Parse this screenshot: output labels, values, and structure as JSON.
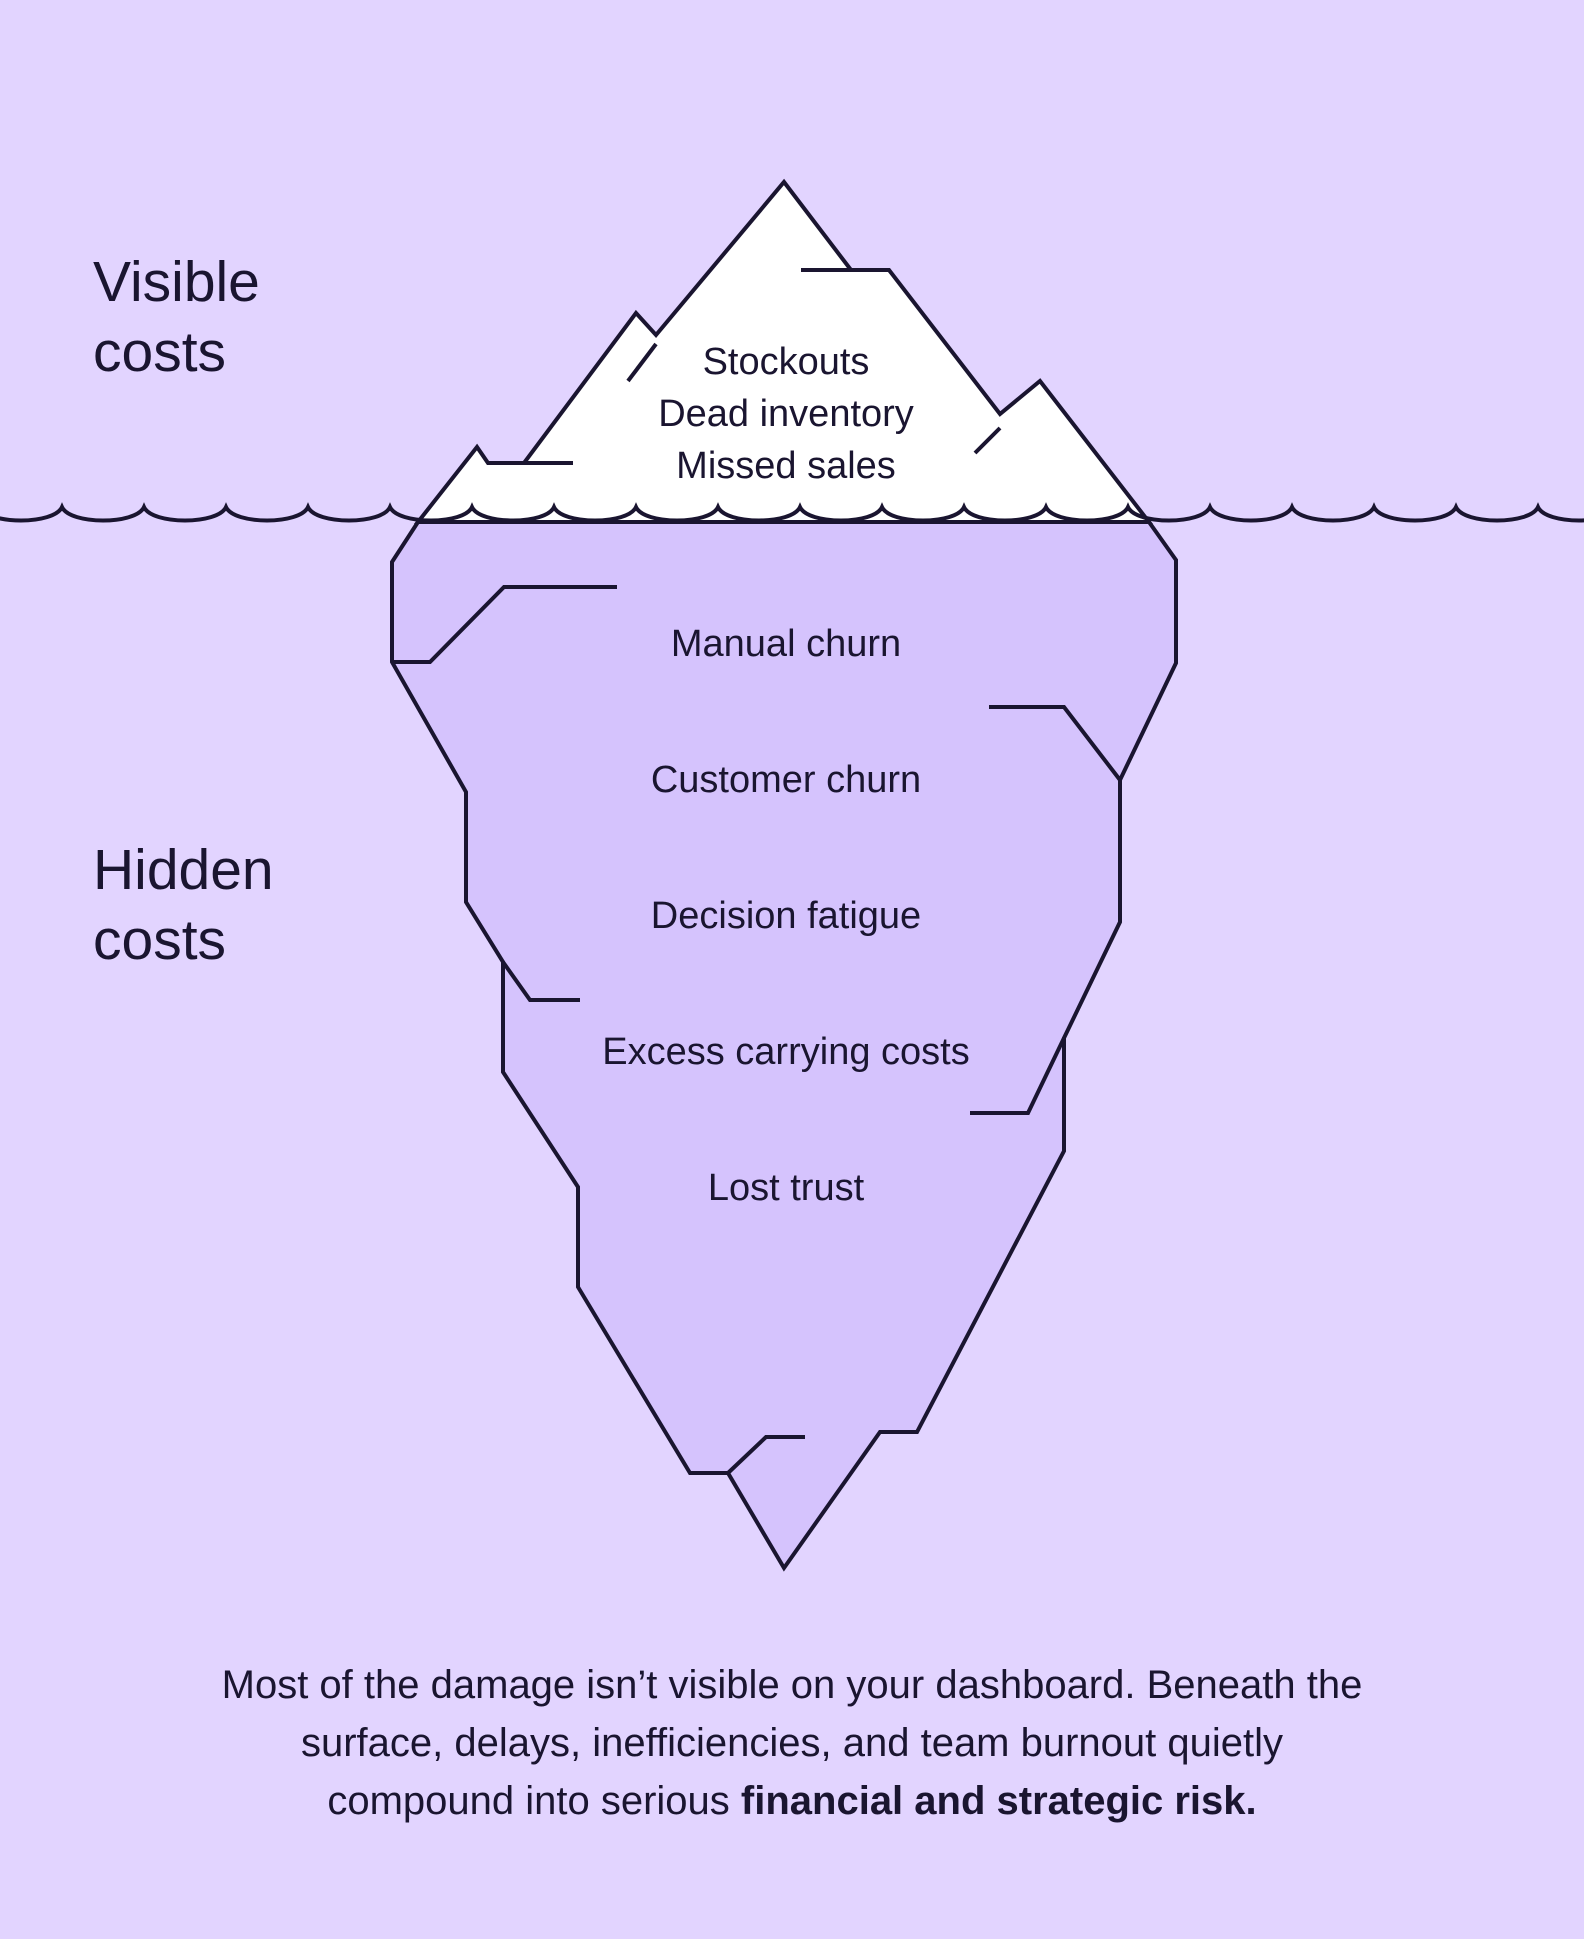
{
  "labels": {
    "visible": [
      "Visible",
      "costs"
    ],
    "hidden": [
      "Hidden",
      "costs"
    ]
  },
  "visible_costs": [
    "Stockouts",
    "Dead inventory",
    "Missed sales"
  ],
  "hidden_costs": [
    "Manual churn",
    "Customer churn",
    "Decision fatigue",
    "Excess carrying costs",
    "Lost trust"
  ],
  "caption": {
    "line1": "Most of the damage isn’t visible on your dashboard. Beneath the",
    "line2": "surface, delays, inefficiencies, and team burnout quietly",
    "line3_regular": "compound into serious ",
    "line3_bold": "financial and strategic risk."
  },
  "colors": {
    "background": "#e2d4ff",
    "iceberg_tip": "#ffffff",
    "iceberg_underwater": "#d5c3fd",
    "outline": "#1a1530"
  }
}
